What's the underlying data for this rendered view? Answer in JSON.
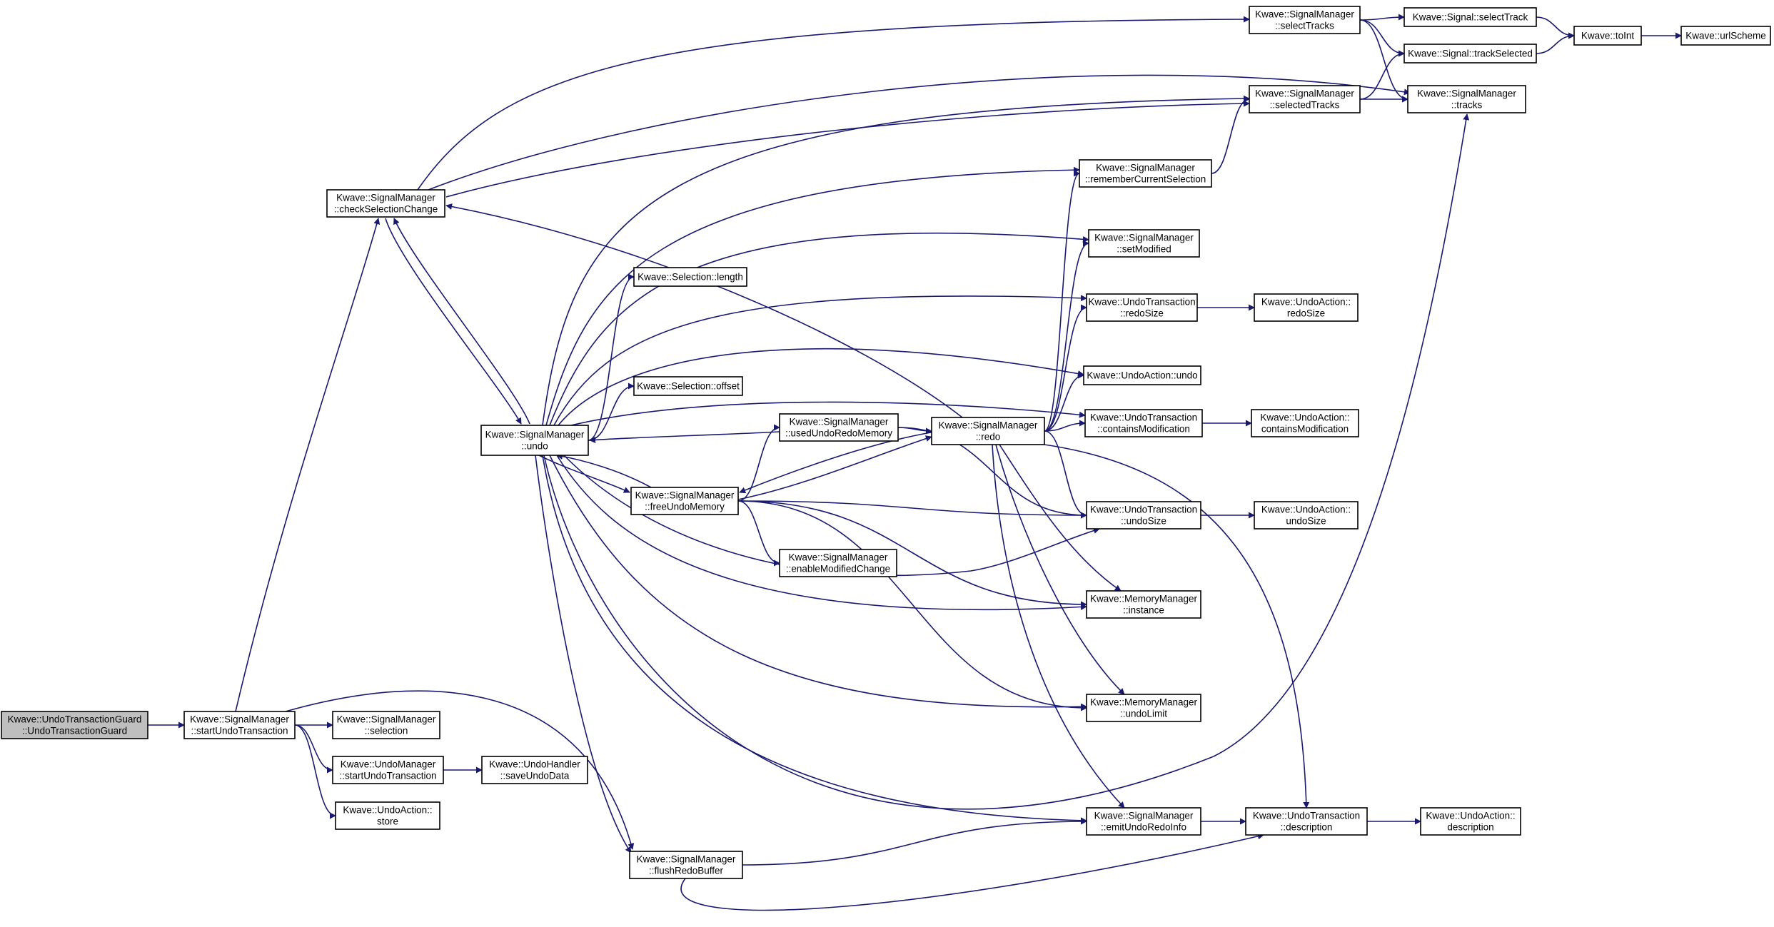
{
  "diagram": {
    "nodes": [
      {
        "id": "utg",
        "lines": [
          "Kwave::UndoTransactionGuard",
          "::UndoTransactionGuard"
        ],
        "root": true
      },
      {
        "id": "sut",
        "lines": [
          "Kwave::SignalManager",
          "::startUndoTransaction"
        ]
      },
      {
        "id": "csc",
        "lines": [
          "Kwave::SignalManager",
          "::checkSelectionChange"
        ]
      },
      {
        "id": "sel",
        "lines": [
          "Kwave::SignalManager",
          "::selection"
        ]
      },
      {
        "id": "umsut",
        "lines": [
          "Kwave::UndoManager",
          "::startUndoTransaction"
        ]
      },
      {
        "id": "uas",
        "lines": [
          "Kwave::UndoAction::",
          "store"
        ]
      },
      {
        "id": "uhs",
        "lines": [
          "Kwave::UndoHandler",
          "::saveUndoData"
        ]
      },
      {
        "id": "undo",
        "lines": [
          "Kwave::SignalManager",
          "::undo"
        ]
      },
      {
        "id": "sellen",
        "lines": [
          "Kwave::Selection::length"
        ]
      },
      {
        "id": "seloff",
        "lines": [
          "Kwave::Selection::offset"
        ]
      },
      {
        "id": "fum",
        "lines": [
          "Kwave::SignalManager",
          "::freeUndoMemory"
        ]
      },
      {
        "id": "urm",
        "lines": [
          "Kwave::SignalManager",
          "::usedUndoRedoMemory"
        ]
      },
      {
        "id": "emc",
        "lines": [
          "Kwave::SignalManager",
          "::enableModifiedChange"
        ]
      },
      {
        "id": "frb",
        "lines": [
          "Kwave::SignalManager",
          "::flushRedoBuffer"
        ]
      },
      {
        "id": "redo",
        "lines": [
          "Kwave::SignalManager",
          "::redo"
        ]
      },
      {
        "id": "st",
        "lines": [
          "Kwave::SignalManager",
          "::selectTracks"
        ]
      },
      {
        "id": "sdt",
        "lines": [
          "Kwave::SignalManager",
          "::selectedTracks"
        ]
      },
      {
        "id": "rcs",
        "lines": [
          "Kwave::SignalManager",
          "::rememberCurrentSelection"
        ]
      },
      {
        "id": "smod",
        "lines": [
          "Kwave::SignalManager",
          "::setModified"
        ]
      },
      {
        "id": "utrs",
        "lines": [
          "Kwave::UndoTransaction",
          "::redoSize"
        ]
      },
      {
        "id": "uaundo",
        "lines": [
          "Kwave::UndoAction::undo"
        ]
      },
      {
        "id": "utcm",
        "lines": [
          "Kwave::UndoTransaction",
          "::containsModification"
        ]
      },
      {
        "id": "utus",
        "lines": [
          "Kwave::UndoTransaction",
          "::undoSize"
        ]
      },
      {
        "id": "mmi",
        "lines": [
          "Kwave::MemoryManager",
          "::instance"
        ]
      },
      {
        "id": "mmul",
        "lines": [
          "Kwave::MemoryManager",
          "::undoLimit"
        ]
      },
      {
        "id": "eur",
        "lines": [
          "Kwave::SignalManager",
          "::emitUndoRedoInfo"
        ]
      },
      {
        "id": "utd",
        "lines": [
          "Kwave::UndoTransaction",
          "::description"
        ]
      },
      {
        "id": "sigst",
        "lines": [
          "Kwave::Signal::selectTrack"
        ]
      },
      {
        "id": "sigts",
        "lines": [
          "Kwave::Signal::trackSelected"
        ]
      },
      {
        "id": "smt",
        "lines": [
          "Kwave::SignalManager",
          "::tracks"
        ]
      },
      {
        "id": "uars",
        "lines": [
          "Kwave::UndoAction::",
          "redoSize"
        ]
      },
      {
        "id": "uacm",
        "lines": [
          "Kwave::UndoAction::",
          "containsModification"
        ]
      },
      {
        "id": "uaus",
        "lines": [
          "Kwave::UndoAction::",
          "undoSize"
        ]
      },
      {
        "id": "uad",
        "lines": [
          "Kwave::UndoAction::",
          "description"
        ]
      },
      {
        "id": "toint",
        "lines": [
          "Kwave::toInt"
        ]
      },
      {
        "id": "url",
        "lines": [
          "Kwave::urlScheme"
        ]
      }
    ],
    "edges": [
      [
        "utg",
        "sut"
      ],
      [
        "sut",
        "csc"
      ],
      [
        "sut",
        "sel"
      ],
      [
        "sut",
        "umsut"
      ],
      [
        "sut",
        "uas"
      ],
      [
        "sut",
        "frb"
      ],
      [
        "umsut",
        "uhs"
      ],
      [
        "csc",
        "undo"
      ],
      [
        "undo",
        "csc"
      ],
      [
        "csc",
        "st"
      ],
      [
        "csc",
        "sdt"
      ],
      [
        "csc",
        "smt"
      ],
      [
        "undo",
        "sellen"
      ],
      [
        "undo",
        "seloff"
      ],
      [
        "undo",
        "fum"
      ],
      [
        "fum",
        "undo"
      ],
      [
        "urm",
        "undo"
      ],
      [
        "undo",
        "frb"
      ],
      [
        "undo",
        "sdt"
      ],
      [
        "undo",
        "rcs"
      ],
      [
        "undo",
        "smod"
      ],
      [
        "undo",
        "utrs"
      ],
      [
        "undo",
        "uaundo"
      ],
      [
        "undo",
        "utcm"
      ],
      [
        "undo",
        "utus"
      ],
      [
        "undo",
        "mmi"
      ],
      [
        "undo",
        "mmul"
      ],
      [
        "undo",
        "eur"
      ],
      [
        "undo",
        "smt"
      ],
      [
        "fum",
        "urm"
      ],
      [
        "fum",
        "redo"
      ],
      [
        "redo",
        "fum"
      ],
      [
        "fum",
        "emc"
      ],
      [
        "fum",
        "utus"
      ],
      [
        "fum",
        "mmi"
      ],
      [
        "fum",
        "mmul"
      ],
      [
        "urm",
        "redo"
      ],
      [
        "urm",
        "utus"
      ],
      [
        "redo",
        "csc"
      ],
      [
        "redo",
        "rcs"
      ],
      [
        "redo",
        "smod"
      ],
      [
        "redo",
        "utrs"
      ],
      [
        "redo",
        "uaundo"
      ],
      [
        "redo",
        "utcm"
      ],
      [
        "redo",
        "utus"
      ],
      [
        "redo",
        "mmi"
      ],
      [
        "redo",
        "mmul"
      ],
      [
        "redo",
        "eur"
      ],
      [
        "redo",
        "utd"
      ],
      [
        "frb",
        "eur"
      ],
      [
        "frb",
        "utd"
      ],
      [
        "eur",
        "utd"
      ],
      [
        "st",
        "sigst"
      ],
      [
        "st",
        "sigts"
      ],
      [
        "st",
        "smt"
      ],
      [
        "sdt",
        "smt"
      ],
      [
        "sdt",
        "sigts"
      ],
      [
        "rcs",
        "sdt"
      ],
      [
        "sigst",
        "toint"
      ],
      [
        "sigts",
        "toint"
      ],
      [
        "toint",
        "url"
      ],
      [
        "utrs",
        "uars"
      ],
      [
        "utcm",
        "uacm"
      ],
      [
        "utus",
        "uaus"
      ],
      [
        "utd",
        "uad"
      ]
    ]
  }
}
